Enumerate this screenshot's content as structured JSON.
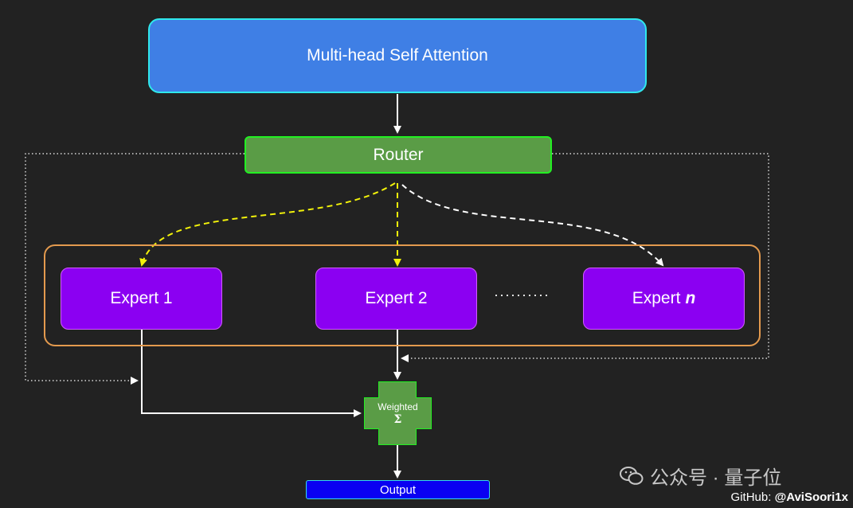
{
  "nodes": {
    "attention": "Multi-head Self Attention",
    "router": "Router",
    "expert_1": "Expert 1",
    "expert_2": "Expert 2",
    "expert_n_prefix": "Expert",
    "expert_n_var": "n",
    "weighted_sum_label": "Weighted",
    "weighted_sum_symbol": "Σ",
    "output": "Output"
  },
  "ellipsis": "··········",
  "watermark": "公众号 · 量子位",
  "credit": {
    "prefix": "GitHub: ",
    "handle": "@AviSoori1x"
  },
  "colors": {
    "background": "#222222",
    "attention_fill": "#3f7fe5",
    "router_fill": "#5a9c46",
    "expert_fill": "#8b00f2",
    "output_fill": "#0a00f2",
    "group_border": "#e39a4e",
    "selected_route": "#f2f20a",
    "unselected_route": "#ffffff"
  }
}
